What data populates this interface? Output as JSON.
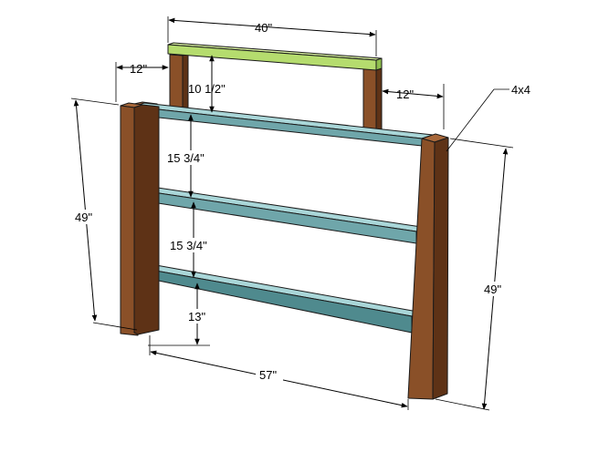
{
  "colors": {
    "post_front": "#8a5028",
    "post_side": "#5e3216",
    "post_top": "#a8683a",
    "rail_top": "#a9d6d8",
    "rail_front": "#6fa6aa",
    "rail_bottom": "#4f8a8e",
    "top_rail_top": "#d9f2a0",
    "top_rail_front": "#b5dc6e"
  },
  "labels": {
    "top_width": "40\"",
    "upper_post_offset_left": "12\"",
    "upper_post_offset_right": "12\"",
    "upper_rise": "10 1/2\"",
    "lumber_size": "4x4",
    "gap_1": "15 3/4\"",
    "gap_2": "15 3/4\"",
    "bottom_clearance": "13\"",
    "left_height": "49\"",
    "right_height": "49\"",
    "overall_width": "57\""
  }
}
